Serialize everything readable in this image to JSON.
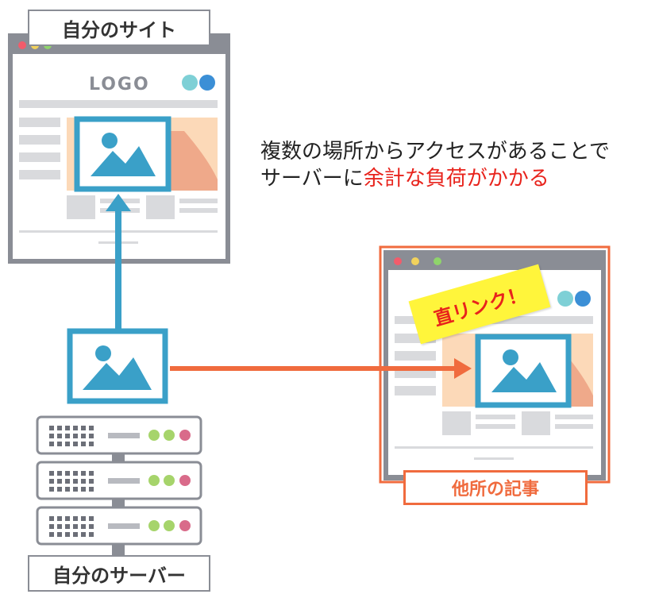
{
  "labels": {
    "own_site": "自分のサイト",
    "own_server": "自分のサーバー",
    "other_article": "他所の記事",
    "direct_link": "直リンク！",
    "logo": "LOGO"
  },
  "caption": {
    "line1": "複数の場所からアクセスがあることで",
    "line2_prefix": "サーバーに",
    "line2_highlight": "余計な負荷がかかる"
  },
  "colors": {
    "blue": "#3aa0c8",
    "orange": "#f06b3e",
    "red": "#e8231c",
    "yellow": "#fff53b",
    "gray_frame": "#8a8d95"
  }
}
